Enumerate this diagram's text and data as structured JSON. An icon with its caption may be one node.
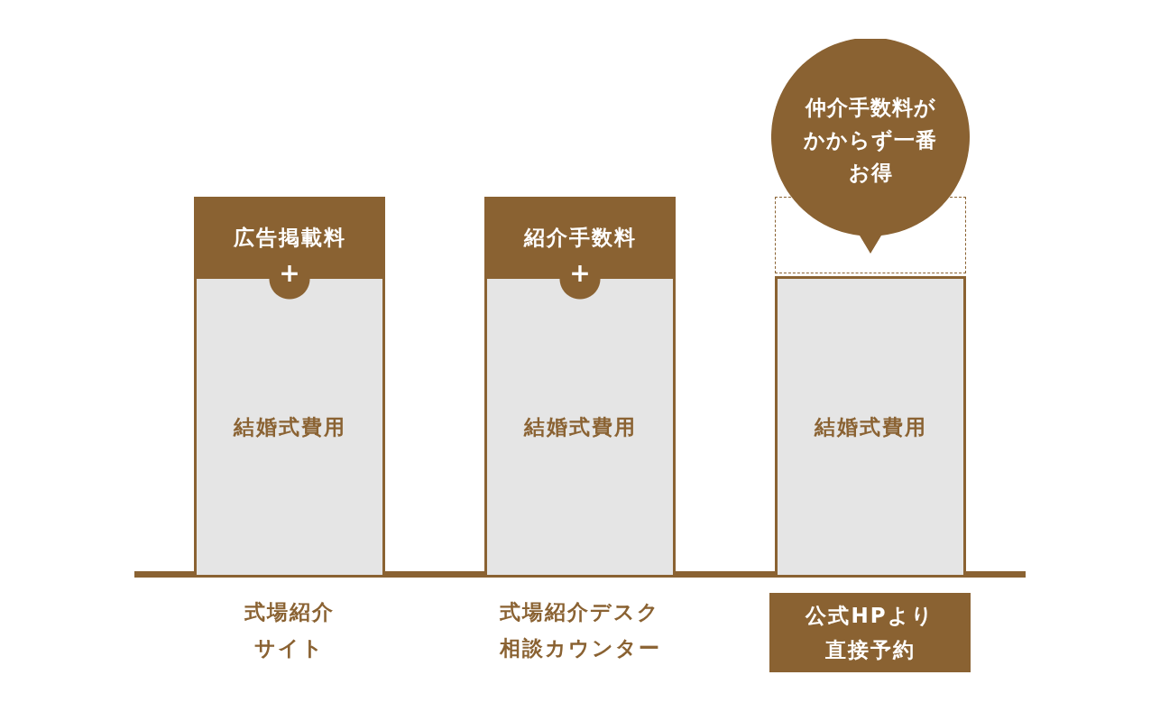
{
  "diagram": {
    "nodes": [
      {
        "text": [
          "広告掲載料",
          "+"
        ]
      },
      {
        "text": [
          "結婚式費用"
        ]
      },
      {
        "text": [
          "紹介手数料",
          "+"
        ]
      },
      {
        "text": [
          "結婚式費用"
        ]
      },
      {
        "text": [],
        "shape": "box"
      },
      {
        "text": [
          "結婚式費用"
        ]
      },
      {
        "text": [
          "仲介手数料がかからず一番お得"
        ]
      },
      {
        "text": [
          "公式HPより直接予約"
        ]
      }
    ],
    "labels": [
      "式場紹介サイト",
      "式場紹介デスク相談カウンター"
    ]
  }
}
